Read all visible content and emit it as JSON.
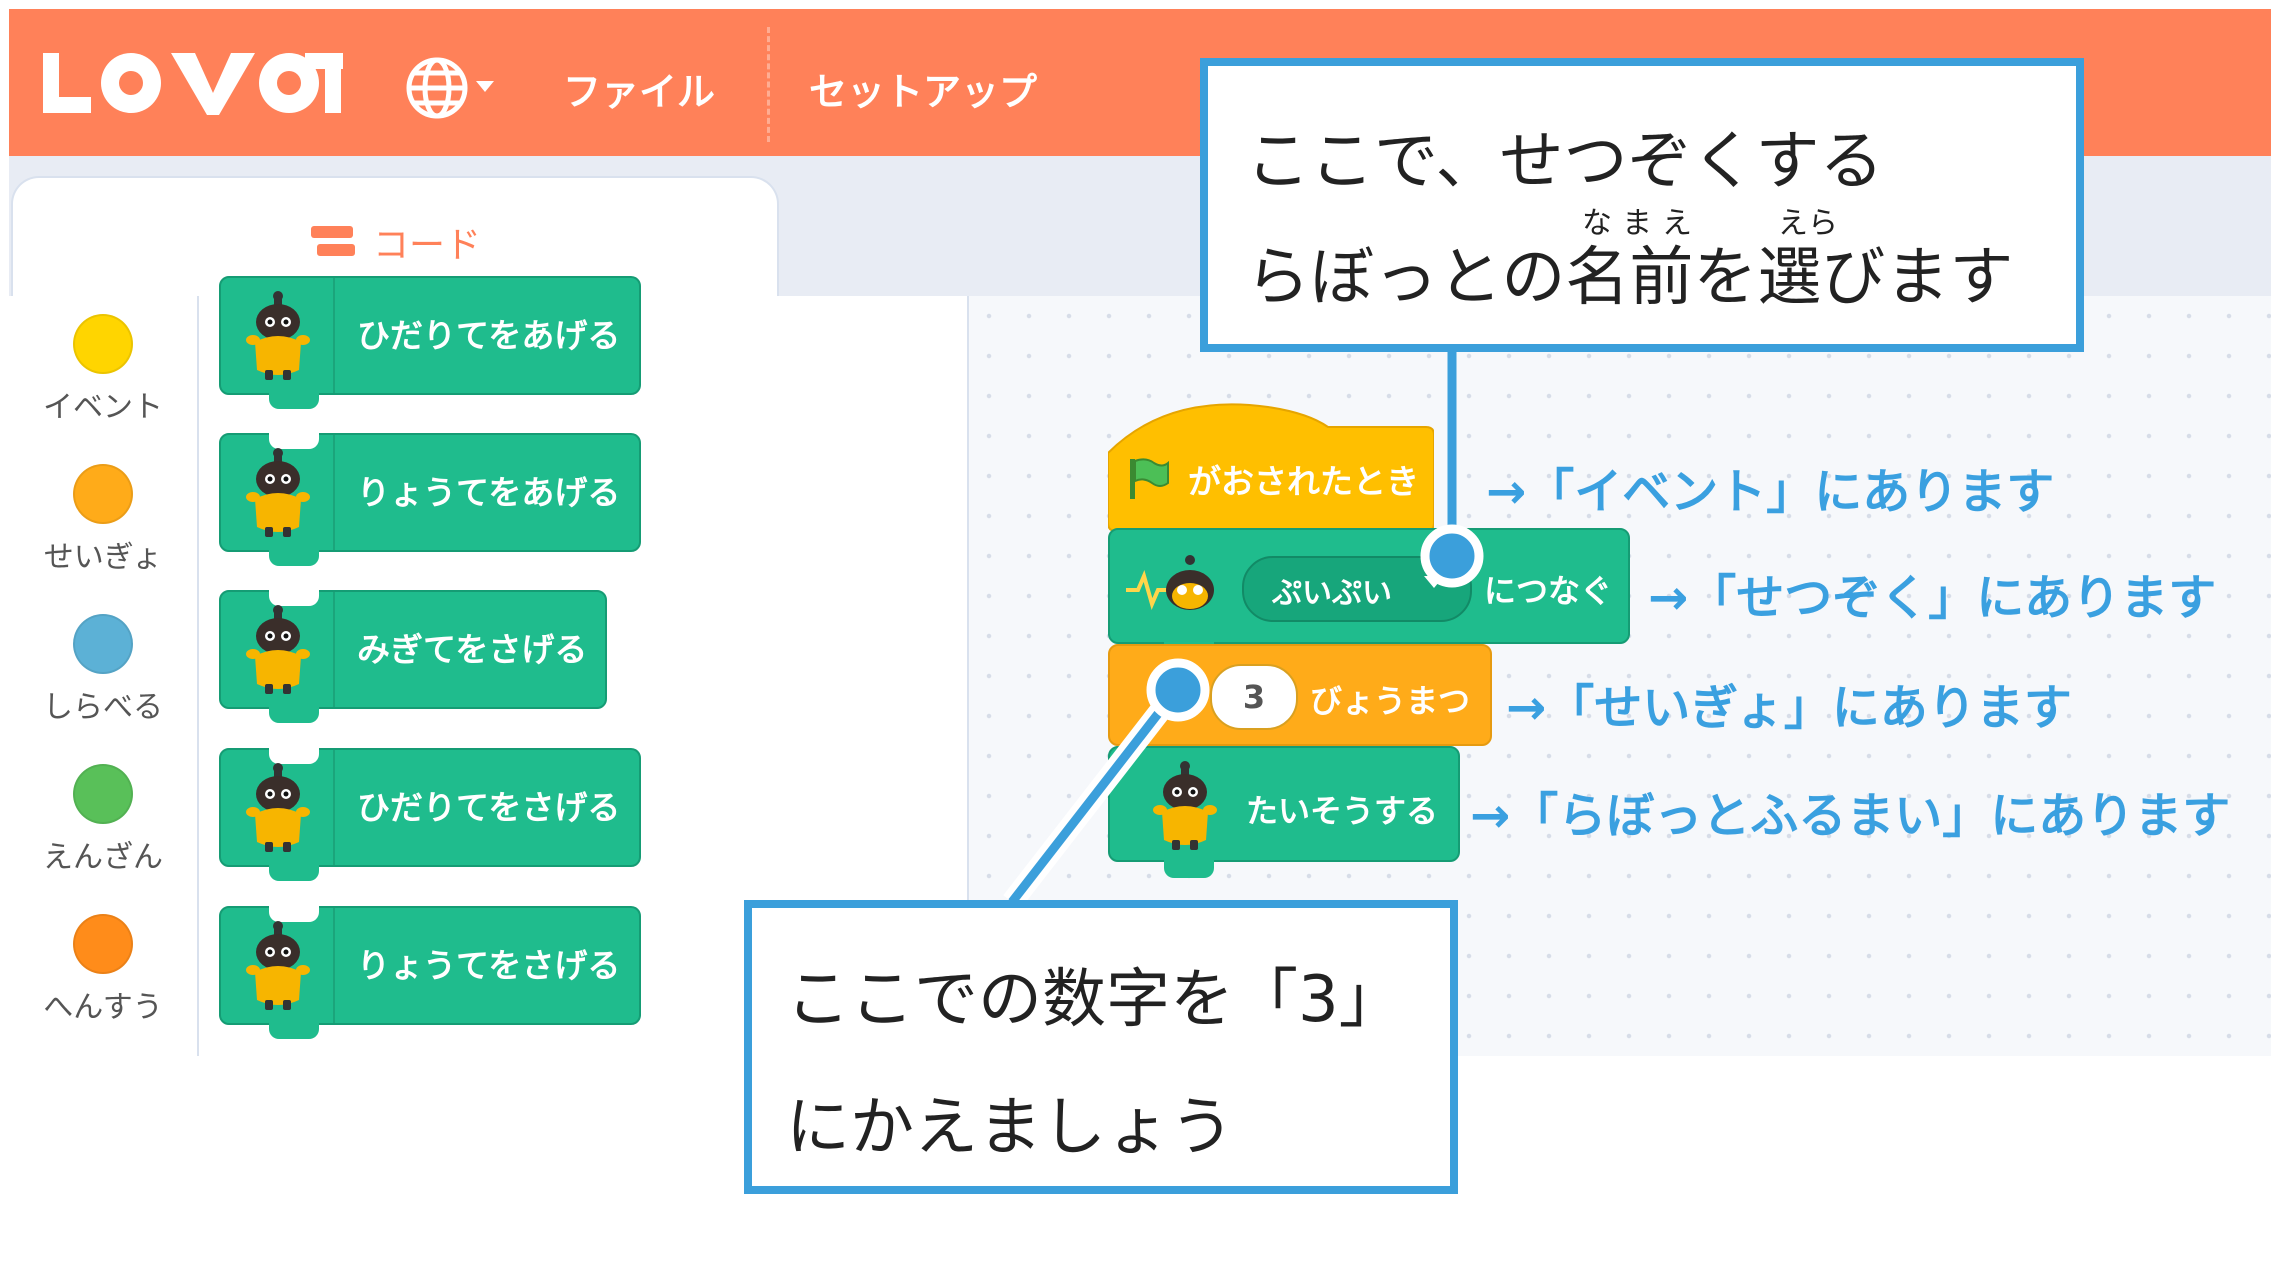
{
  "colors": {
    "topbar": "#ff8159",
    "green_block": "#1fbc8d",
    "event_block": "#ffbf00",
    "control_block": "#ffab19",
    "accent_blue": "#3b9fdb"
  },
  "menubar": {
    "logo": "LOVOT",
    "globe_icon": "globe-icon",
    "file": "ファイル",
    "setup": "セットアップ"
  },
  "tabs": {
    "code": "コード"
  },
  "categories": [
    {
      "label": "イベント",
      "color": "#ffd500"
    },
    {
      "label": "せいぎょ",
      "color": "#ffab19"
    },
    {
      "label": "しらべる",
      "color": "#5cb1d6"
    },
    {
      "label": "えんざん",
      "color": "#59c059"
    },
    {
      "label": "へんすう",
      "color": "#ff8c1a"
    }
  ],
  "palette_blocks": [
    {
      "label": "ひだりてをあげる"
    },
    {
      "label": "りょうてをあげる"
    },
    {
      "label": "みぎてをさげる"
    },
    {
      "label": "ひだりてをさげる"
    },
    {
      "label": "りょうてをさげる"
    }
  ],
  "script": {
    "event_label": "がおされたとき",
    "connect_dropdown": "ぷいぷい",
    "connect_label": "につなぐ",
    "wait_value": "3",
    "wait_label": "びょうまつ",
    "gymnastics_label": "たいそうする"
  },
  "notes": {
    "event": "→「イベント」にあります",
    "connect": "→「せつぞく」にあります",
    "control": "→「せいぎょ」にあります",
    "behavior": "→「らぼっとふるまい」にあります"
  },
  "callout_top": {
    "line1": "ここで、せつぞくする",
    "line2": "らぼっとの名前を選びます",
    "ruby_namae": "なまえ",
    "ruby_erabi": "えら"
  },
  "callout_bottom": {
    "line1": "ここでの数字を「3」",
    "line2": "にかえましょう"
  }
}
